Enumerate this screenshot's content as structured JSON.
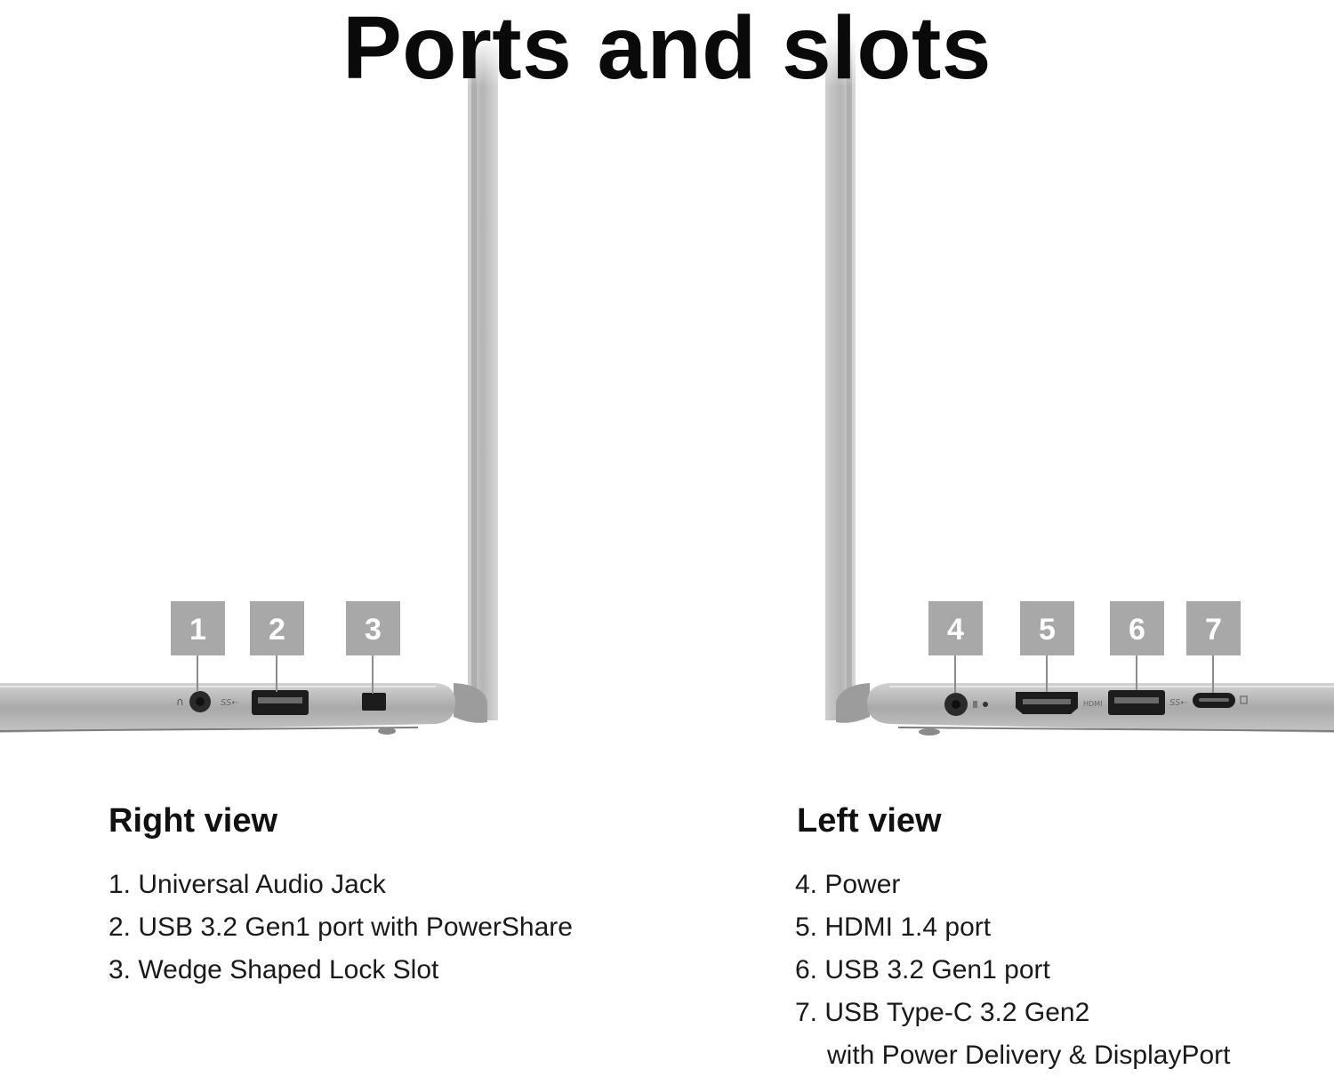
{
  "title": "Ports and slots",
  "right_view": {
    "heading": "Right view",
    "items": [
      {
        "text": "1. Universal Audio Jack"
      },
      {
        "text": "2. USB 3.2 Gen1 port with PowerShare"
      },
      {
        "text": "3. Wedge Shaped Lock Slot"
      }
    ],
    "markers": [
      "1",
      "2",
      "3"
    ]
  },
  "left_view": {
    "heading": "Left view",
    "items": [
      {
        "text": "4. Power"
      },
      {
        "text": "5. HDMI 1.4 port"
      },
      {
        "text": "6. USB 3.2 Gen1 port"
      },
      {
        "text": "7. USB Type-C 3.2 Gen2",
        "continuation": "with Power Delivery & DisplayPort"
      }
    ],
    "markers": [
      "4",
      "5",
      "6",
      "7"
    ],
    "hdmi_label": "HDMI"
  },
  "colors": {
    "marker_box": "#a8a8a8",
    "chassis": "#b9b9b9",
    "chassis_dark": "#8e8e8e",
    "port": "#1c1c1c"
  }
}
